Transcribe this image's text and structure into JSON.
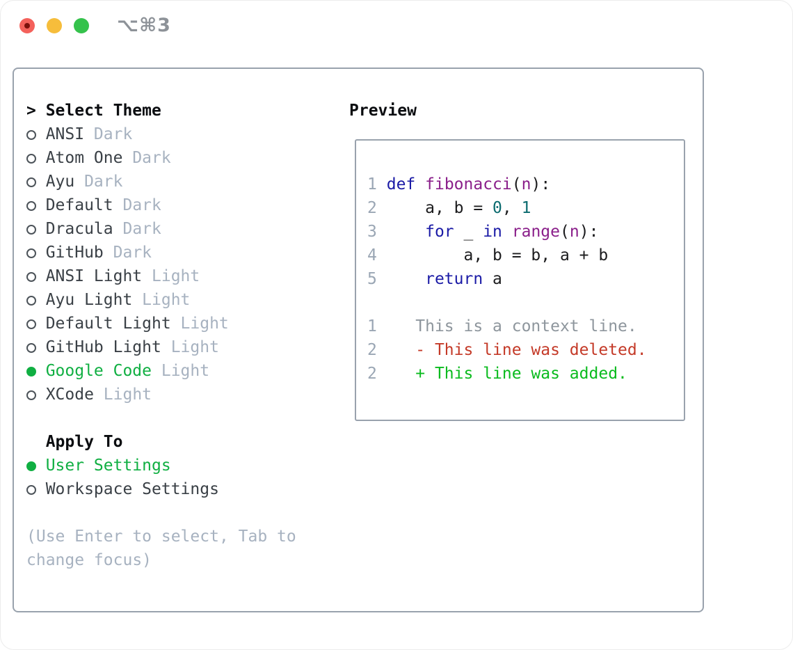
{
  "window": {
    "title": "⌥⌘3"
  },
  "panel": {
    "select_header": "Select Theme",
    "prompt_marker": ">",
    "themes": [
      {
        "name": "ANSI",
        "variant": "Dark",
        "selected": false
      },
      {
        "name": "Atom One",
        "variant": "Dark",
        "selected": false
      },
      {
        "name": "Ayu",
        "variant": "Dark",
        "selected": false
      },
      {
        "name": "Default",
        "variant": "Dark",
        "selected": false
      },
      {
        "name": "Dracula",
        "variant": "Dark",
        "selected": false
      },
      {
        "name": "GitHub",
        "variant": "Dark",
        "selected": false
      },
      {
        "name": "ANSI Light",
        "variant": "Light",
        "selected": false
      },
      {
        "name": "Ayu Light",
        "variant": "Light",
        "selected": false
      },
      {
        "name": "Default Light",
        "variant": "Light",
        "selected": false
      },
      {
        "name": "GitHub Light",
        "variant": "Light",
        "selected": false
      },
      {
        "name": "Google Code",
        "variant": "Light",
        "selected": true
      },
      {
        "name": "XCode",
        "variant": "Light",
        "selected": false
      }
    ],
    "apply_header": "Apply To",
    "apply_options": [
      {
        "label": "User Settings",
        "selected": true
      },
      {
        "label": "Workspace Settings",
        "selected": false
      }
    ],
    "help_lines": [
      "(Use Enter to select, Tab to",
      "change focus)"
    ]
  },
  "preview": {
    "header": "Preview",
    "code": [
      {
        "ln": "1",
        "tokens": [
          [
            "tp",
            " "
          ],
          [
            "tk",
            "def"
          ],
          [
            "tp",
            " "
          ],
          [
            "tf",
            "fibonacci"
          ],
          [
            "tp",
            "("
          ],
          [
            "tf",
            "n"
          ],
          [
            "tp",
            "):"
          ]
        ]
      },
      {
        "ln": "2",
        "tokens": [
          [
            "tp",
            "     a, b = "
          ],
          [
            "tl2",
            "0"
          ],
          [
            "tp",
            ", "
          ],
          [
            "tl2",
            "1"
          ]
        ]
      },
      {
        "ln": "3",
        "tokens": [
          [
            "tp",
            "     "
          ],
          [
            "tk",
            "for"
          ],
          [
            "tp",
            " _ "
          ],
          [
            "tk",
            "in"
          ],
          [
            "tp",
            " "
          ],
          [
            "tf",
            "range"
          ],
          [
            "tp",
            "("
          ],
          [
            "tf",
            "n"
          ],
          [
            "tp",
            "):"
          ]
        ]
      },
      {
        "ln": "4",
        "tokens": [
          [
            "tp",
            "         a, b = b, a + b"
          ]
        ]
      },
      {
        "ln": "5",
        "tokens": [
          [
            "tp",
            "     "
          ],
          [
            "tk",
            "return"
          ],
          [
            "tp",
            " a"
          ]
        ]
      }
    ],
    "diff": [
      {
        "ln": "1",
        "kind": "ctx",
        "text": "    This is a context line."
      },
      {
        "ln": "2",
        "kind": "del",
        "text": "    - This line was deleted."
      },
      {
        "ln": "2",
        "kind": "add",
        "text": "    + This line was added."
      }
    ]
  },
  "colors": {
    "accent_green": "#10af42",
    "traffic_red": "#f4615b",
    "traffic_yellow": "#f6bd3b",
    "traffic_green": "#35c24c",
    "panel_border": "#99a2ad",
    "muted_text": "#a7b2c0",
    "item_text": "#3a4046",
    "line_number": "#9aa6b4",
    "syntax_keyword": "#1b1ba6",
    "syntax_function": "#8a1f8a",
    "syntax_literal": "#0b6b6f",
    "diff_context": "#8e969d",
    "diff_deleted": "#c43a28",
    "diff_added": "#0abb1e"
  }
}
